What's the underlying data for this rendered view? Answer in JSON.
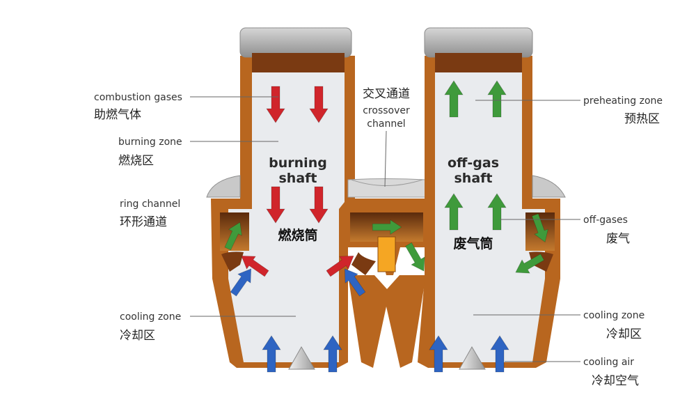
{
  "labels": {
    "combustion_gases": {
      "en": "combustion gases",
      "zh": "助燃气体"
    },
    "burning_zone": {
      "en": "burning zone",
      "zh": "燃烧区"
    },
    "ring_channel": {
      "en": "ring channel",
      "zh": "环形通道"
    },
    "cooling_zone_left": {
      "en": "cooling zone",
      "zh": "冷却区"
    },
    "crossover_channel": {
      "zh": "交叉通道",
      "en_line1": "crossover",
      "en_line2": "channel"
    },
    "preheating_zone": {
      "en": "preheating zone",
      "zh": "预热区"
    },
    "off_gases": {
      "en": "off-gases",
      "zh": "废气"
    },
    "cooling_zone_right": {
      "en": "cooling zone",
      "zh": "冷却区"
    },
    "cooling_air": {
      "en": "cooling air",
      "zh": "冷却空气"
    }
  },
  "shafts": {
    "burning": {
      "en_line1": "burning",
      "en_line2": "shaft",
      "zh": "燃烧筒"
    },
    "offgas": {
      "en_line1": "off-gas",
      "en_line2": "shaft",
      "zh": "废气筒"
    }
  },
  "colors": {
    "kiln_wall": "#b8661f",
    "kiln_wall_dark": "#6e3410",
    "lining_grey": "#a8a8a8",
    "interior": "#e9ebee",
    "arrow_red": "#d0252b",
    "arrow_green": "#3f9a3b",
    "arrow_blue": "#2e64c2",
    "arrow_yellow": "#f5a623"
  },
  "icons": [
    "arrow-down-red",
    "arrow-up-green",
    "arrow-up-blue",
    "arrow-diagonal-red",
    "arrow-diagonal-green",
    "arrow-diagonal-blue",
    "cone-distributor"
  ]
}
